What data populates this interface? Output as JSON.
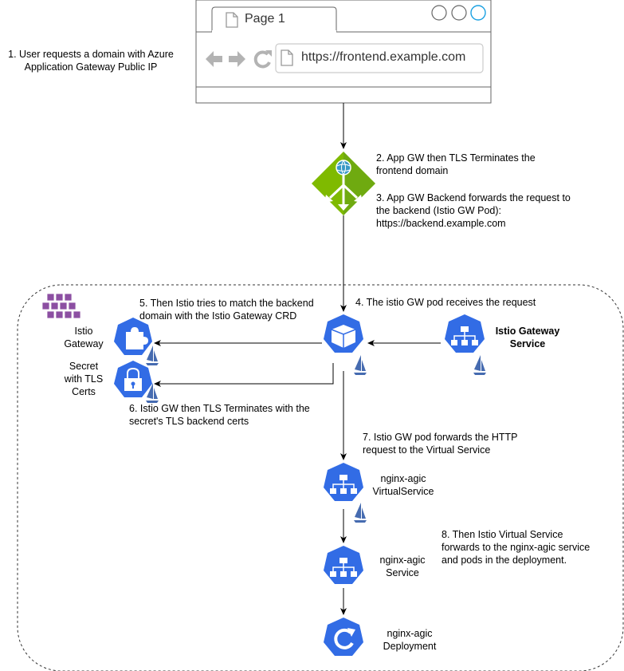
{
  "browser": {
    "tab_label": "Page 1",
    "url": "https://frontend.example.com"
  },
  "steps": {
    "s1": [
      "1. User requests a domain with Azure",
      "Application Gateway Public IP"
    ],
    "s2": [
      "2. App GW then TLS Terminates the",
      "frontend domain"
    ],
    "s3": [
      "3. App GW Backend forwards the request to",
      "the backend (Istio GW Pod):",
      "https://backend.example.com"
    ],
    "s4": [
      "4. The istio GW pod receives the request"
    ],
    "s5": [
      "5. Then Istio tries to match the backend",
      "domain with the Istio Gateway CRD"
    ],
    "s6": [
      "6. Istio GW then TLS Terminates with the",
      "secret's TLS backend certs"
    ],
    "s7": [
      "7. Istio GW pod forwards the HTTP",
      "request to the Virtual Service"
    ],
    "s8": [
      "8. Then Istio Virtual Service",
      "forwards to the nginx-agic service",
      "and pods in the deployment."
    ]
  },
  "nodes": {
    "istio_gateway": [
      "Istio",
      "Gateway"
    ],
    "secret": [
      "Secret",
      "with TLS",
      "Certs"
    ],
    "istio_gateway_service": [
      "Istio Gateway",
      "Service"
    ],
    "virtual_service": [
      "nginx-agic",
      "VirtualService"
    ],
    "service": [
      "nginx-agic",
      "Service"
    ],
    "deployment": [
      "nginx-agic",
      "Deployment"
    ]
  },
  "icons": {
    "k8s_color": "#326ce5",
    "appgw_color": "#7fba00",
    "aks_color": "#8c4fa2"
  }
}
